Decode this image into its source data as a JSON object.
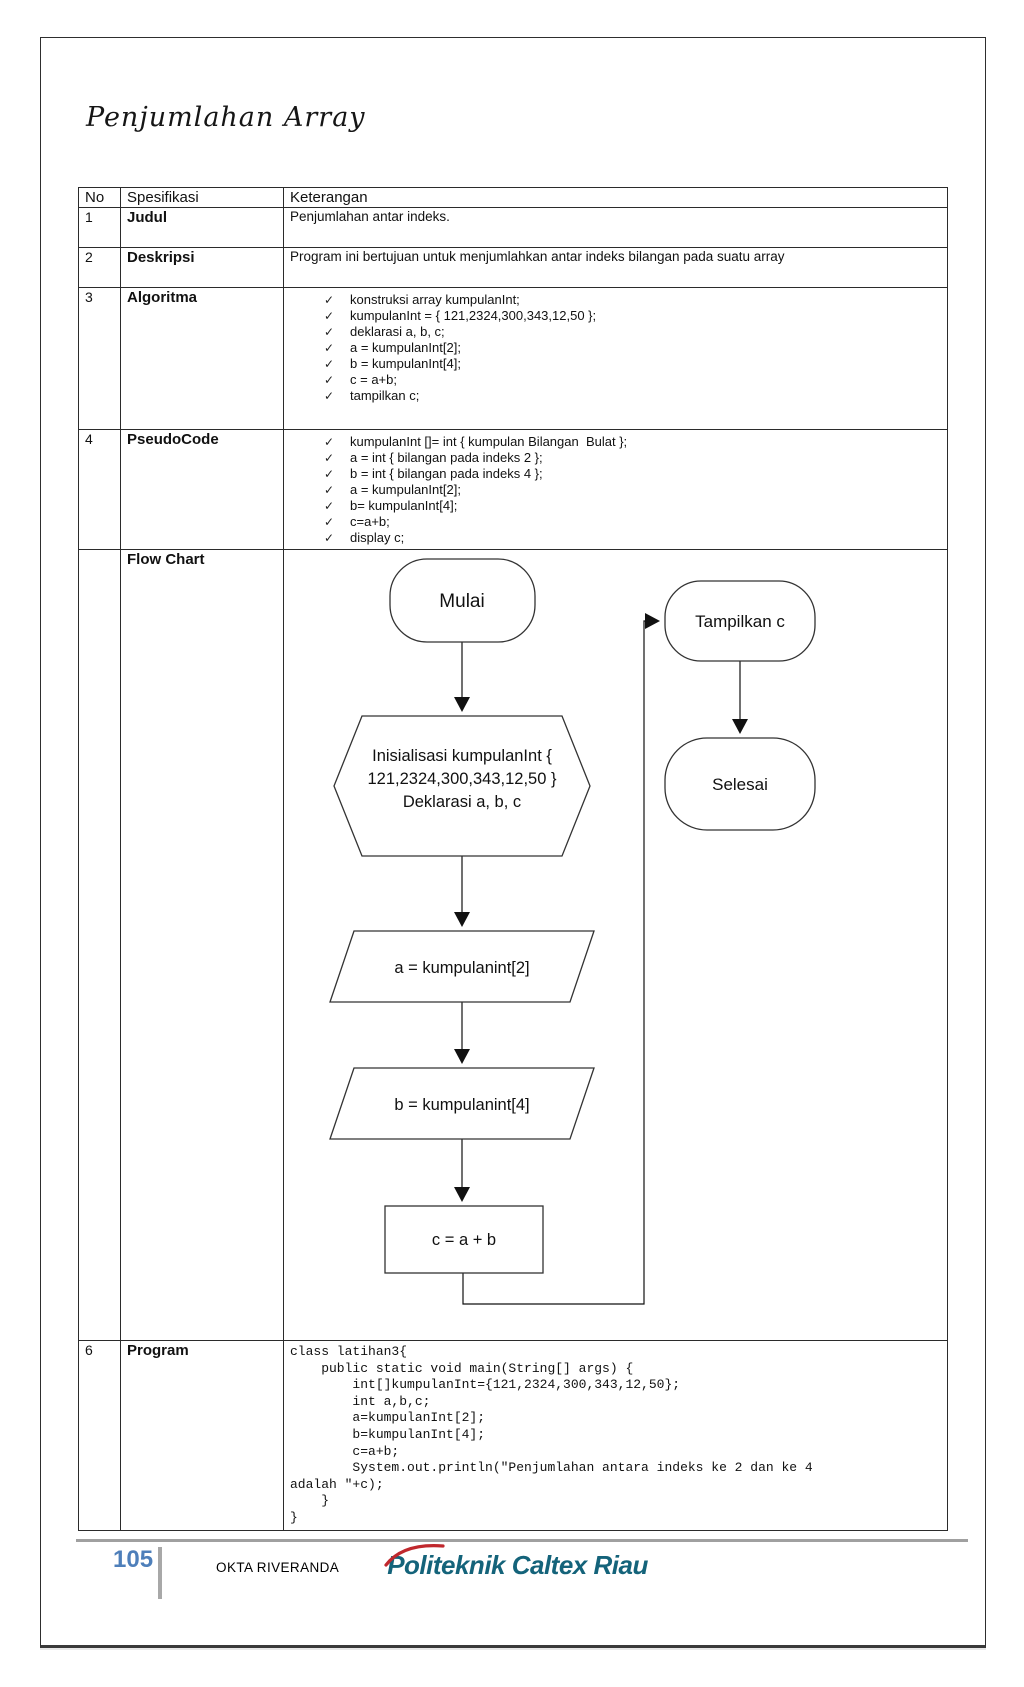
{
  "doc": {
    "title": "Penjumlahan Array"
  },
  "icons": {
    "check": "✓"
  },
  "table": {
    "headers": [
      "No",
      "Spesifikasi",
      "Keterangan"
    ],
    "row1": {
      "no": "1",
      "spec": "Judul",
      "text": "Penjumlahan antar indeks."
    },
    "row2": {
      "no": "2",
      "spec": "Deskripsi",
      "text": "Program ini bertujuan untuk menjumlahkan antar indeks bilangan pada suatu array"
    },
    "row3": {
      "no": "3",
      "spec": "Algoritma",
      "items": [
        "konstruksi array kumpulanInt;",
        "kumpulanInt = { 121,2324,300,343,12,50 };",
        "deklarasi a, b, c;",
        "a = kumpulanInt[2];",
        "b = kumpulanInt[4];",
        "c = a+b;",
        "tampilkan c;"
      ]
    },
    "row4": {
      "no": "4",
      "spec": "PseudoCode",
      "items": [
        "kumpulanInt []= int { kumpulan Bilangan  Bulat };",
        "a = int { bilangan pada indeks 2 };",
        "b = int { bilangan pada indeks 4 };",
        "a = kumpulanInt[2];",
        "b= kumpulanInt[4];",
        "c=a+b;",
        "display c;"
      ]
    },
    "row5": {
      "no": "",
      "spec": "Flow Chart"
    },
    "row6": {
      "no": "6",
      "spec": "Program",
      "code": [
        "class latihan3{",
        "    public static void main(String[] args) {",
        "        int[]kumpulanInt={121,2324,300,343,12,50};",
        "        int a,b,c;",
        "        a=kumpulanInt[2];",
        "        b=kumpulanInt[4];",
        "        c=a+b;",
        "        System.out.println(\"Penjumlahan antara indeks ke 2 dan ke 4",
        "adalah \"+c);",
        "    }",
        "}"
      ]
    }
  },
  "flowchart": {
    "start": "Mulai",
    "init_line1": "Inisialisasi kumpulanInt {",
    "init_line2": "121,2324,300,343,12,50 }",
    "init_line3": "Deklarasi a, b, c",
    "io1": "a = kumpulanint[2]",
    "io2": "b = kumpulanint[4]",
    "process": "c = a + b",
    "output": "Tampilkan c",
    "end": "Selesai"
  },
  "footer": {
    "page_number": "105",
    "author": "OKTA RIVERANDA",
    "logo": "Politeknik Caltex Riau"
  },
  "colors": {
    "page_number_blue": "#4e7fba",
    "footer_bar_gray": "#a8a8a8",
    "logo_teal": "#14637a",
    "logo_swoosh_red": "#c0282d"
  }
}
